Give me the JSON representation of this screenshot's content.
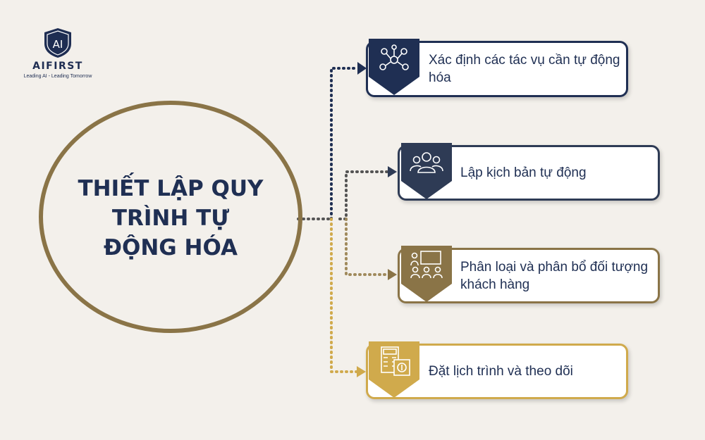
{
  "logo": {
    "mark_text": "AI",
    "name": "AIFIRST",
    "tagline": "Leading AI - Leading Tomorrow"
  },
  "center_title": "THIẾT LẬP QUY TRÌNH TỰ ĐỘNG HÓA",
  "items": [
    {
      "label": "Xác định các tác vụ cần tự động hóa",
      "icon": "network-people-icon",
      "color": "#1f2f53"
    },
    {
      "label": "Lập kịch bản tự động",
      "icon": "group-users-icon",
      "color": "#2e3b55"
    },
    {
      "label": "Phân loại và phân bổ đối tượng khách hàng",
      "icon": "presentation-audience-icon",
      "color": "#8a7447"
    },
    {
      "label": "Đặt lịch trình và theo dõi",
      "icon": "calendar-calculator-icon",
      "color": "#d0aa4c"
    }
  ],
  "colors": {
    "navy": "#1f2f53",
    "slate": "#2e3b55",
    "bronze": "#8a7447",
    "gold": "#d0aa4c",
    "background": "#f3f0eb"
  }
}
